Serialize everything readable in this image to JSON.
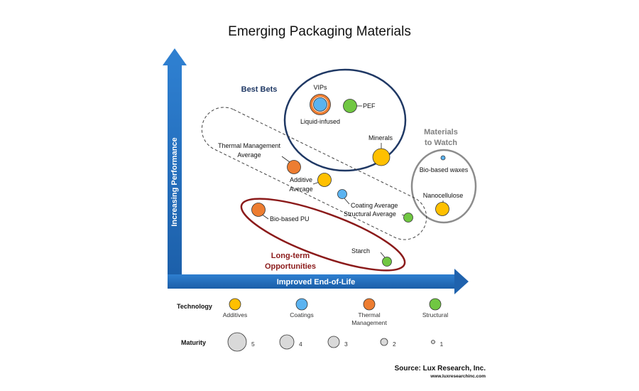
{
  "chart_data": {
    "type": "scatter",
    "title": "Emerging Packaging Materials",
    "xlabel": "Improved End-of-Life",
    "ylabel": "Increasing Performance",
    "legend": {
      "technology_title": "Technology",
      "maturity_title": "Maturity",
      "technologies": [
        {
          "name": "Additives",
          "color": "#ffc000",
          "sub": ""
        },
        {
          "name": "Coatings",
          "color": "#5bb3f0",
          "sub": ""
        },
        {
          "name": "Thermal",
          "color": "#ed7d31",
          "sub": "Management"
        },
        {
          "name": "Structural",
          "color": "#70c742",
          "sub": ""
        }
      ],
      "maturity_levels": [
        5,
        4,
        3,
        2,
        1
      ]
    },
    "groups": [
      {
        "name": "Best Bets",
        "color": "#1f3864"
      },
      {
        "name": "Materials",
        "name2": "to Watch",
        "color": "#808080"
      },
      {
        "name": "Long-term",
        "name2": "Opportunities",
        "color": "#8b1a1a"
      }
    ],
    "points": [
      {
        "label": "VIPs",
        "label2": "",
        "tech": "Coatings",
        "maturity": 3
      },
      {
        "label": "Liquid-infused",
        "label2": "",
        "tech": "Thermal",
        "maturity": 3
      },
      {
        "label": "PEF",
        "label2": "",
        "tech": "Structural",
        "maturity": 3
      },
      {
        "label": "Minerals",
        "label2": "",
        "tech": "Additives",
        "maturity": 4
      },
      {
        "label": "Thermal Management",
        "label2": "Average",
        "tech": "Thermal",
        "maturity": 3
      },
      {
        "label": "Additive",
        "label2": "Average",
        "tech": "Additives",
        "maturity": 3
      },
      {
        "label": "Coating Average",
        "label2": "",
        "tech": "Coatings",
        "maturity": 2
      },
      {
        "label": "Structural Average",
        "label2": "",
        "tech": "Structural",
        "maturity": 2
      },
      {
        "label": "Bio-based PU",
        "label2": "",
        "tech": "Thermal",
        "maturity": 3
      },
      {
        "label": "Starch",
        "label2": "",
        "tech": "Structural",
        "maturity": 2
      },
      {
        "label": "Bio-based waxes",
        "label2": "",
        "tech": "Coatings",
        "maturity": 1
      },
      {
        "label": "Nanocellulose",
        "label2": "",
        "tech": "Additives",
        "maturity": 3
      }
    ],
    "source": "Source: Lux Research, Inc.",
    "source_url": "www.luxresearchinc.com"
  }
}
